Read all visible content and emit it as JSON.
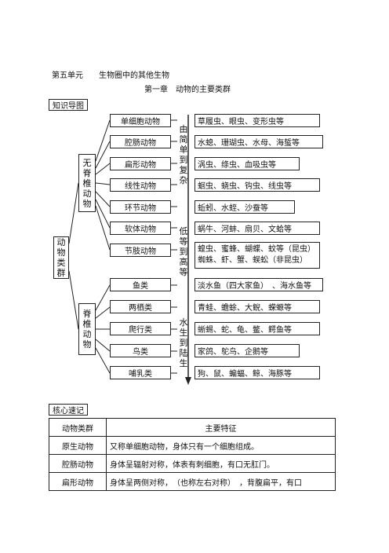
{
  "unit_title": "第五单元　　生物圈中的其他生物",
  "chapter_title": "第一章　动物的主要类群",
  "knowledge_map_label": "知识导图",
  "root": "动物类群",
  "invertebrates": {
    "label": "无脊椎动物",
    "items": [
      {
        "name": "单细胞动物",
        "examples": "草履虫、眼虫、变形虫等"
      },
      {
        "name": "腔肠动物",
        "examples": "水螅、珊瑚虫、水母、海蜇等"
      },
      {
        "name": "扁形动物",
        "examples": "涡虫、绦虫、血吸虫等"
      },
      {
        "name": "线性动物",
        "examples": "蛔虫、蛲虫、钩虫、线虫等"
      },
      {
        "name": "环节动物",
        "examples": "蚯蚓、水蛭、沙蚕等"
      },
      {
        "name": "软体动物",
        "examples": "蜗牛、河蚌、扇贝、文蛤等"
      },
      {
        "name": "节肢动物",
        "examples": "蝗虫、蜜蜂、蝴蝶、蚊等（昆虫）",
        "examples2": "蜘蛛、虾、蟹、蜈蚣（非昆虫）"
      }
    ]
  },
  "vertebrates": {
    "label": "脊椎动物",
    "items": [
      {
        "name": "鱼类",
        "examples": "淡水鱼（四大家鱼）　、海水鱼等"
      },
      {
        "name": "两栖类",
        "examples": "青蛙、蟾蜍、大鲵、蝾螈等"
      },
      {
        "name": "爬行类",
        "examples": "蜥蜴、蛇、龟、鳖、鳄鱼等"
      },
      {
        "name": "鸟类",
        "examples": "家鸽、鸵鸟、企鹅等"
      },
      {
        "name": "哺乳类",
        "examples": "狗、鼠、蝙蝠、鲸、海豚等"
      }
    ]
  },
  "trend": {
    "first": "由简单到复杂",
    "second": "低等到高等",
    "third": "水生到陆生"
  },
  "core_label": "核心速记",
  "core_table": {
    "headers": [
      "动物类群",
      "主要特征"
    ],
    "rows": [
      [
        "原生动物",
        "又称单细胞动物，身体只有一个细胞组成。"
      ],
      [
        "腔肠动物",
        "身体呈辐射对称，体表有刺细胞，有口无肛门。"
      ],
      [
        "扁形动物",
        "身体呈两侧对称，　（也称左右对称）　，背腹扁平，有口"
      ]
    ]
  }
}
